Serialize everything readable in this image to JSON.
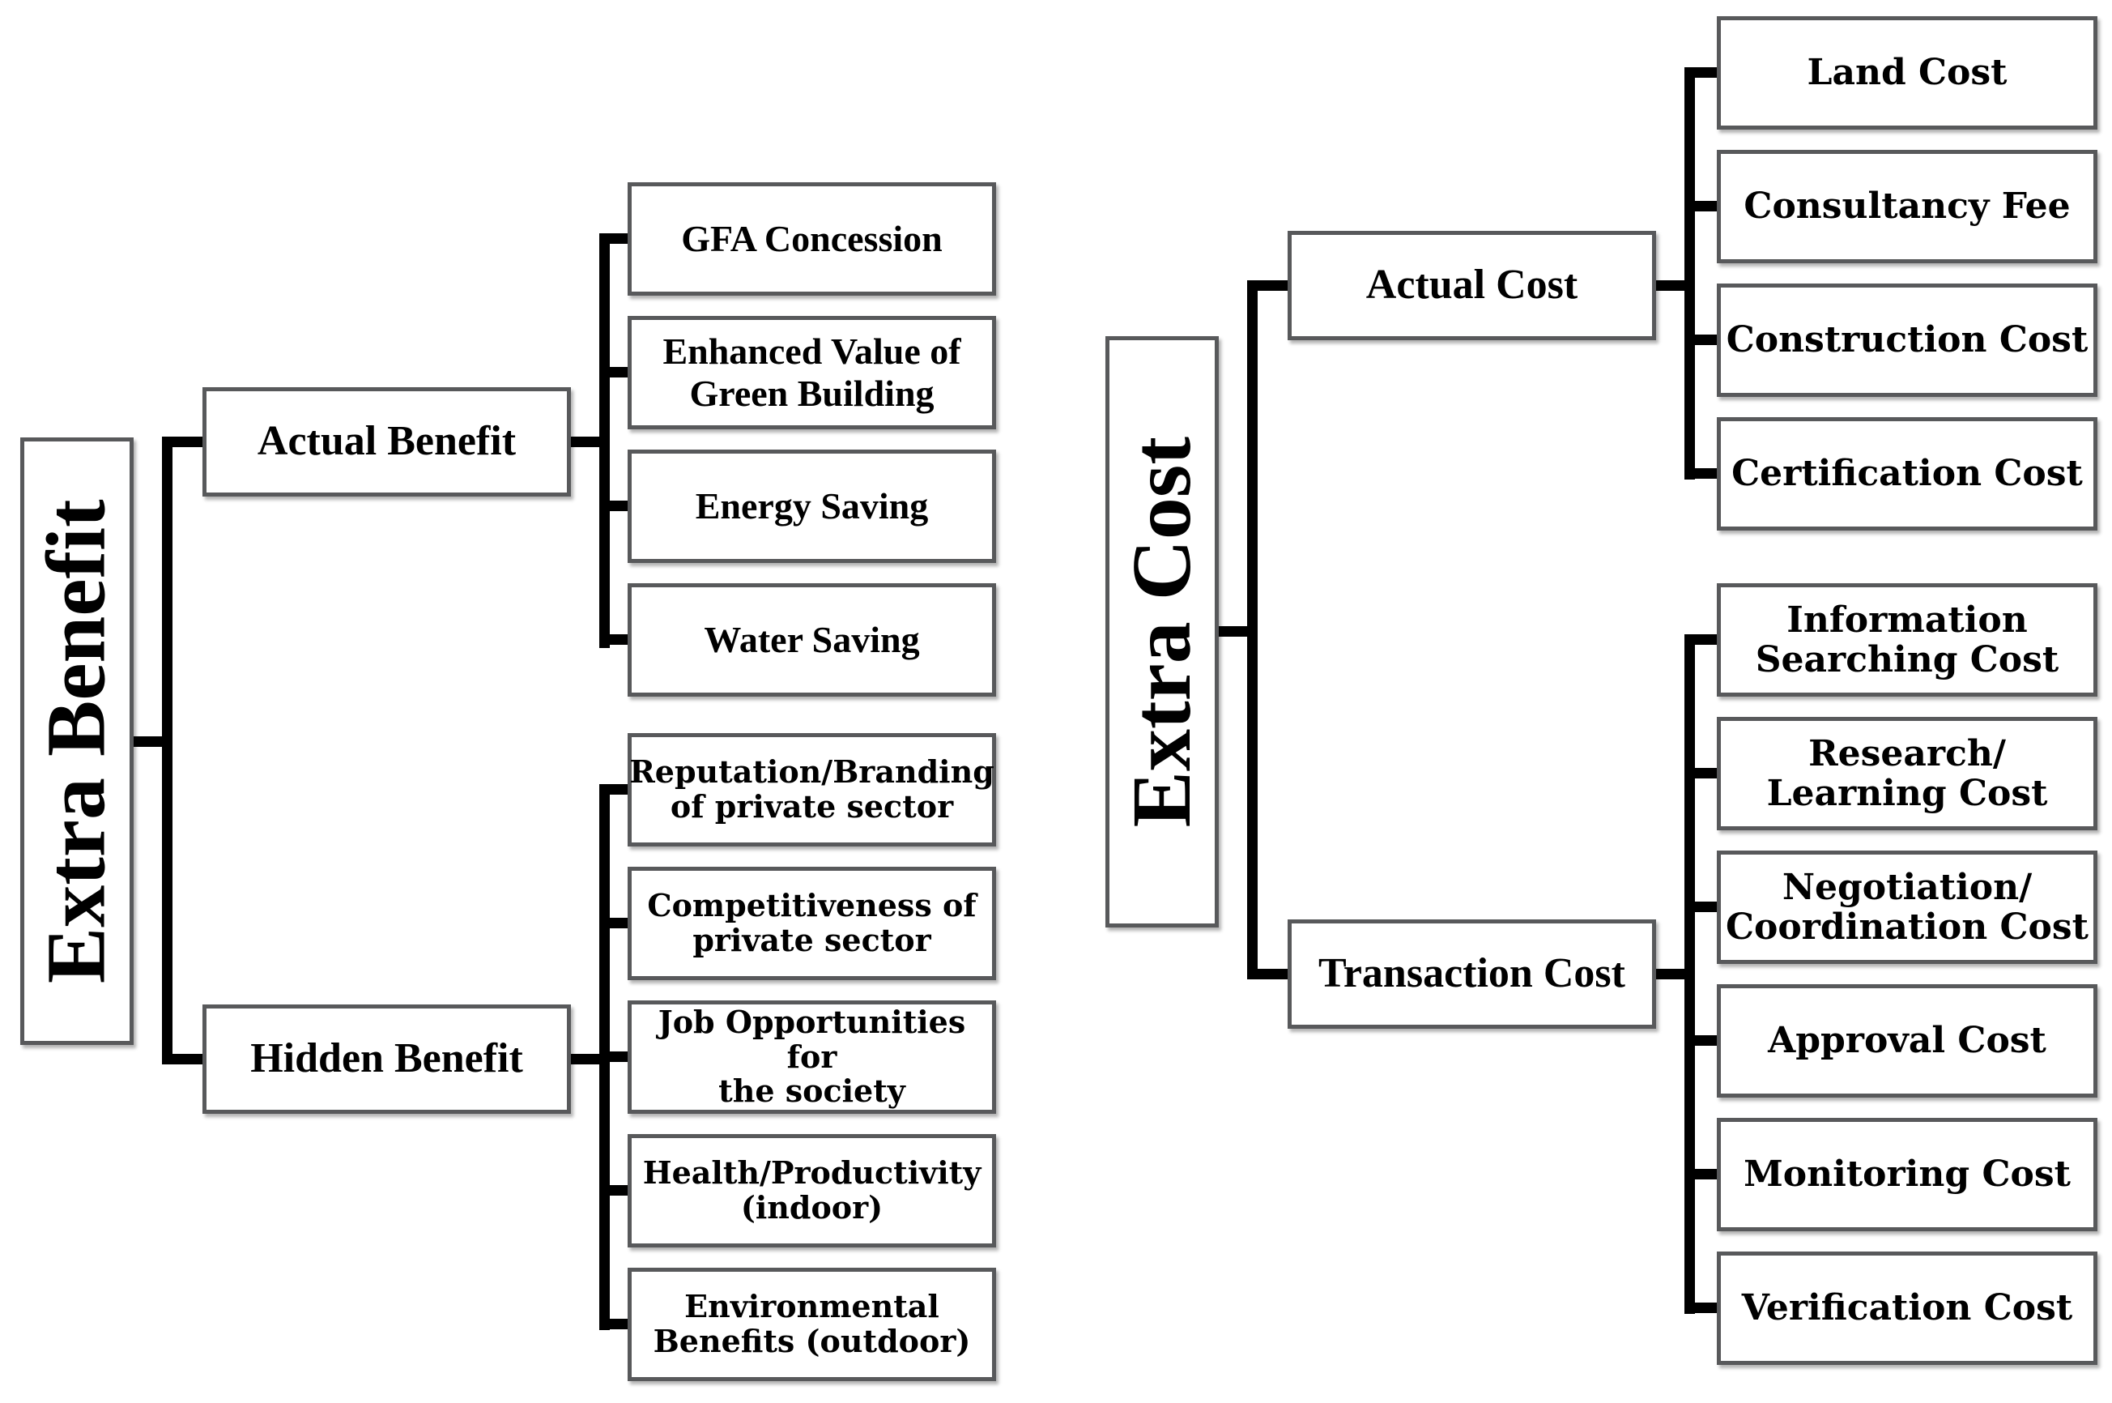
{
  "trees": [
    {
      "root_label": "Extra Benefit",
      "branches": [
        {
          "label": "Actual Benefit",
          "children": [
            "GFA Concession",
            "Enhanced Value of\nGreen Building",
            "Energy Saving",
            "Water Saving"
          ]
        },
        {
          "label": "Hidden Benefit",
          "children": [
            "Reputation/Branding\nof private sector",
            "Competitiveness of\nprivate sector",
            "Job Opportunities for\nthe society",
            "Health/Productivity\n(indoor)",
            "Environmental\nBenefits (outdoor)"
          ]
        }
      ]
    },
    {
      "root_label": "Extra Cost",
      "branches": [
        {
          "label": "Actual Cost",
          "children": [
            "Land Cost",
            "Consultancy Fee",
            "Construction Cost",
            "Certification Cost"
          ]
        },
        {
          "label": "Transaction Cost",
          "children": [
            "Information\nSearching Cost",
            "Research/\nLearning Cost",
            "Negotiation/\nCoordination Cost",
            "Approval Cost",
            "Monitoring Cost",
            "Verification Cost"
          ]
        }
      ]
    }
  ],
  "colors": {
    "background": "#ffffff",
    "box_border": "#58595b",
    "connector": "#000000",
    "text": "#000000"
  }
}
